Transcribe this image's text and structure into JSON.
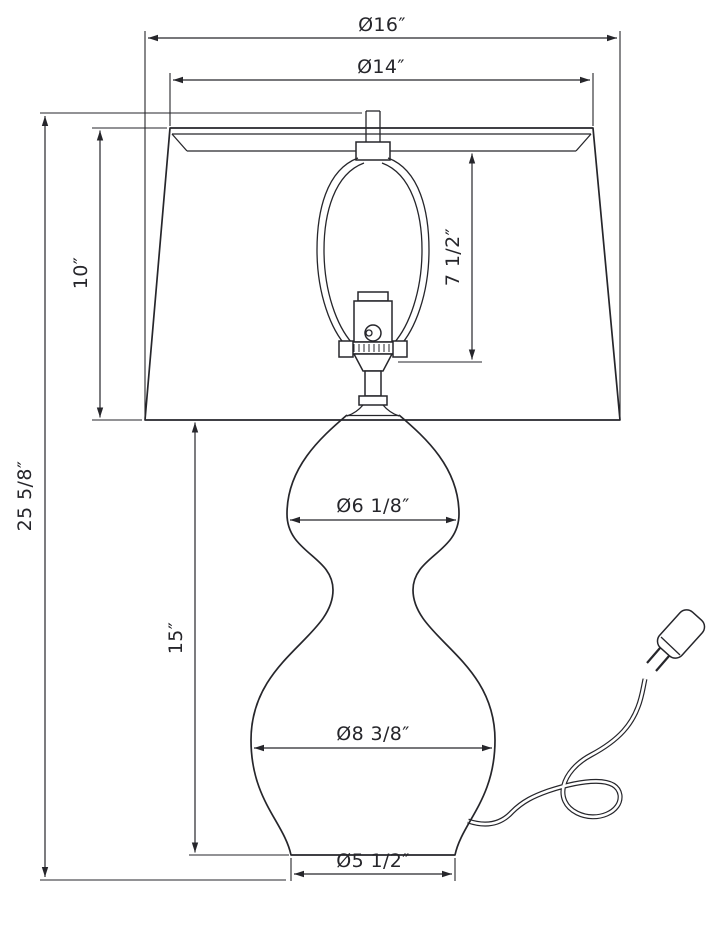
{
  "diagram": {
    "colors": {
      "line": "#26262b",
      "background": "#ffffff"
    },
    "labels": {
      "shade_bottom_diameter": "Ø16″",
      "shade_top_diameter": "Ø14″",
      "shade_height": "10″",
      "harp_height": "7 1/2″",
      "overall_height": "25 5/8″",
      "body_height": "15″",
      "upper_body_diameter": "Ø6 1/8″",
      "lower_body_diameter": "Ø8 3/8″",
      "base_diameter": "Ø5 1/2″"
    }
  }
}
